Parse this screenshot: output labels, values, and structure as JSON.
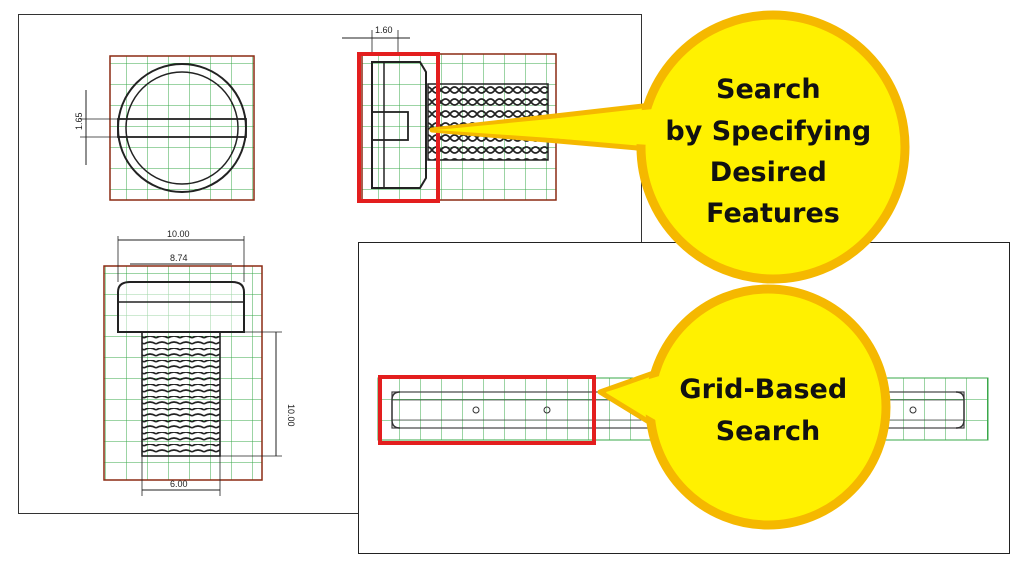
{
  "dimensions": {
    "slot_width": "1.65",
    "head_height": "1.60",
    "head_diameter": "10.00",
    "head_top_width": "8.74",
    "thread_length": "10.00",
    "thread_diameter": "6.00"
  },
  "callouts": {
    "feature_search": [
      "Search",
      "by Specifying",
      "Desired",
      "Features"
    ],
    "grid_search": [
      "Grid-Based",
      "Search"
    ]
  },
  "colors": {
    "grid": "#3aa84a",
    "grid_frame": "#8b2a12",
    "highlight": "#e31e1e",
    "bubble_fill": "#fff100",
    "bubble_outline": "#f5b800"
  }
}
